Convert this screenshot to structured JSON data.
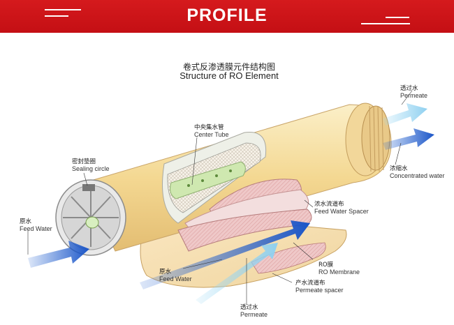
{
  "banner": {
    "title": "PROFILE",
    "color": "#cc1417"
  },
  "diagram": {
    "title_cn": "卷式反渗透膜元件结构图",
    "title_en": "Structure of RO Element",
    "labels": {
      "permeate_out": {
        "cn": "透过水",
        "en": "Permeate"
      },
      "concentrated": {
        "cn": "浓缩水",
        "en": "Concentrated water"
      },
      "center_tube": {
        "cn": "中央集水管",
        "en": "Center Tube"
      },
      "sealing_circle": {
        "cn": "密封垫圈",
        "en": "Sealing circle"
      },
      "feed_left": {
        "cn": "原水",
        "en": "Feed Water"
      },
      "feed_spacer": {
        "cn": "浓水流道布",
        "en": "Feed Water Spacer"
      },
      "feed_bottom": {
        "cn": "原水",
        "en": "Feed Water"
      },
      "ro_membrane": {
        "cn": "RO膜",
        "en": "RO Membrane"
      },
      "permeate_spacer": {
        "cn": "产水流道布",
        "en": "Permeate spacer"
      },
      "permeate_bottom": {
        "cn": "透过水",
        "en": "Permeate"
      }
    },
    "colors": {
      "shell": "#f6dfa3",
      "membrane": "#e8b8b8",
      "tube": "#cfe8b0",
      "arrow_dark": "#1f5fd0",
      "arrow_light": "#8fd0f0"
    }
  }
}
